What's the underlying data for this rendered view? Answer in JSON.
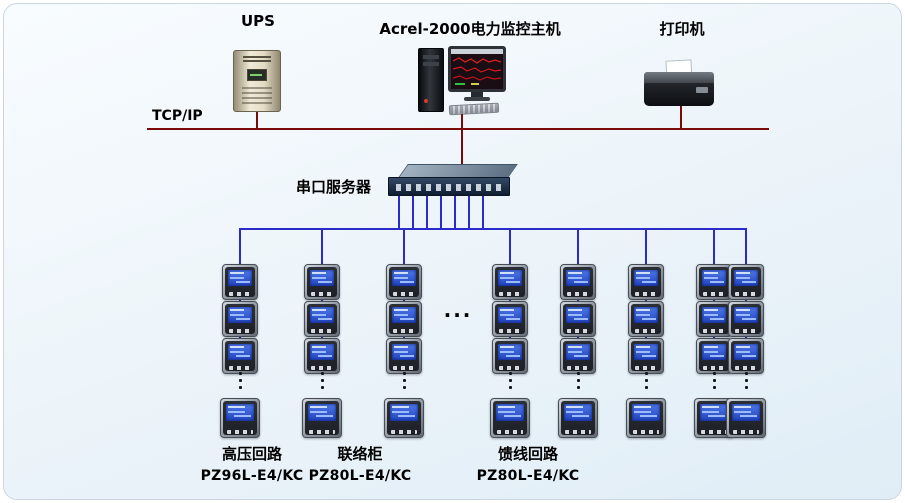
{
  "header": {
    "ups_label": "UPS",
    "host_label": "Acrel-2000电力监控主机",
    "printer_label": "打印机"
  },
  "network": {
    "protocol_label": "TCP/IP",
    "serial_server_label": "串口服务器"
  },
  "meter_field": {
    "columns": 8,
    "meters_visible_per_column": 3,
    "bottom_meters_per_column": 1,
    "continuation_marker": "⋮",
    "more_columns_marker": "..."
  },
  "groups": [
    {
      "name": "高压回路",
      "model": "PZ96L-E4/KC"
    },
    {
      "name": "联络柜",
      "model": "PZ80L-E4/KC"
    },
    {
      "name": "馈线回路",
      "model": "PZ80L-E4/KC"
    }
  ],
  "colors": {
    "tcp_bus": "#7a0a0a",
    "meter_wire": "#2b2bc8",
    "meter_screen": "#2f55d4",
    "panel_border": "#c9d6e2",
    "panel_background": "#eef5fa"
  }
}
